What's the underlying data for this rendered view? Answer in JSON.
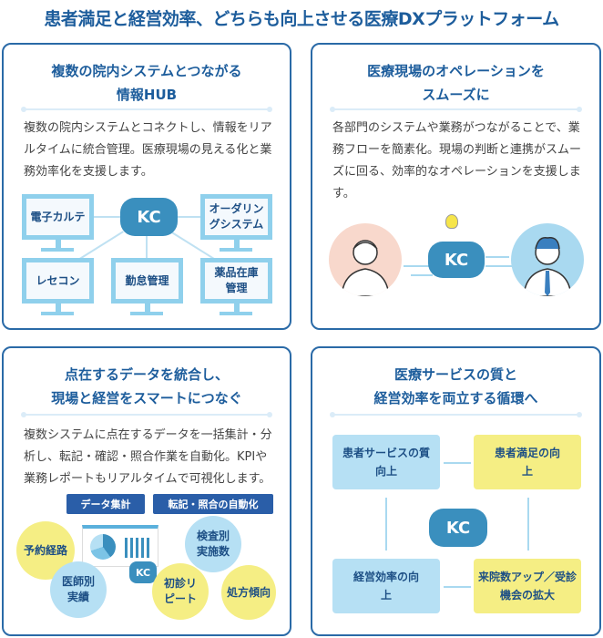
{
  "page_title": "患者満足と経営効率、どちらも向上させる医療DXプラットフォーム",
  "logo_text": "KC",
  "colors": {
    "primary": "#1d5d9c",
    "border": "#2a6aa7",
    "light_blue": "#b6e0f4",
    "yellow": "#f5ee84",
    "logo": "#3a8fbe"
  },
  "cards": [
    {
      "title_line1": "複数の院内システムとつながる",
      "title_line2": "情報HUB",
      "body": "複数の院内システムとコネクトし、情報をリアルタイムに統合管理。医療現場の見える化と業務効率化を支援します。",
      "systems": [
        "電子カルテ",
        "オーダリングシステム",
        "レセコン",
        "勤怠管理",
        "薬品在庫管理"
      ]
    },
    {
      "title_line1": "医療現場のオペレーションを",
      "title_line2": "スムーズに",
      "body": "各部門のシステムや業務がつながることで、業務フローを簡素化。現場の判断と連携がスムーズに回る、効率的なオペレーションを支援します。"
    },
    {
      "title_line1": "点在するデータを統合し、",
      "title_line2": "現場と経営をスマートにつなぐ",
      "body": "複数システムに点在するデータを一括集計・分析し、転記・確認・照合作業を自動化。KPIや業務レポートもリアルタイムで可視化します。",
      "tags": [
        "データ集計",
        "転記・照合の自動化"
      ],
      "bubbles": [
        "予約経路",
        "医師別実績",
        "検査別実施数",
        "初診リピート",
        "処方傾向"
      ]
    },
    {
      "title_line1": "医療サービスの質と",
      "title_line2": "経営効率を両立する循環へ",
      "cycle": [
        "患者サービスの質向上",
        "患者満足の向上",
        "来院数アップ／受診機会の拡大",
        "経営効率の向上"
      ]
    }
  ]
}
